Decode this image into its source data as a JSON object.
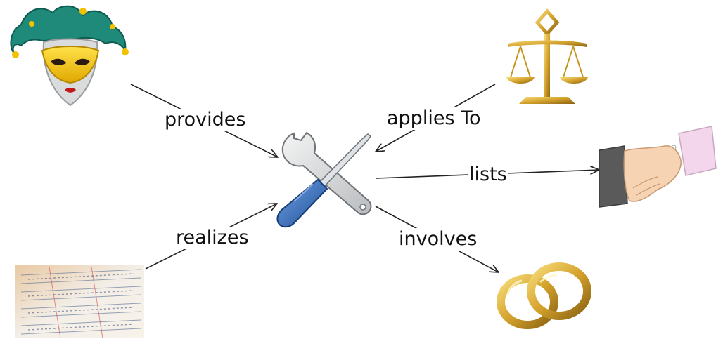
{
  "diagram": {
    "edges": [
      {
        "id": "provides",
        "label": "provides"
      },
      {
        "id": "applies",
        "label": "applies To"
      },
      {
        "id": "lists",
        "label": "lists"
      },
      {
        "id": "realizes",
        "label": "realizes"
      },
      {
        "id": "involves",
        "label": "involves"
      }
    ],
    "nodes": [
      {
        "id": "center",
        "icon": "tools-icon"
      },
      {
        "id": "mask",
        "icon": "jester-mask-icon"
      },
      {
        "id": "scales",
        "icon": "scales-of-justice-icon"
      },
      {
        "id": "handshake",
        "icon": "handshake-icon"
      },
      {
        "id": "ledger",
        "icon": "ledger-icon"
      },
      {
        "id": "rings",
        "icon": "wedding-rings-icon"
      }
    ]
  }
}
